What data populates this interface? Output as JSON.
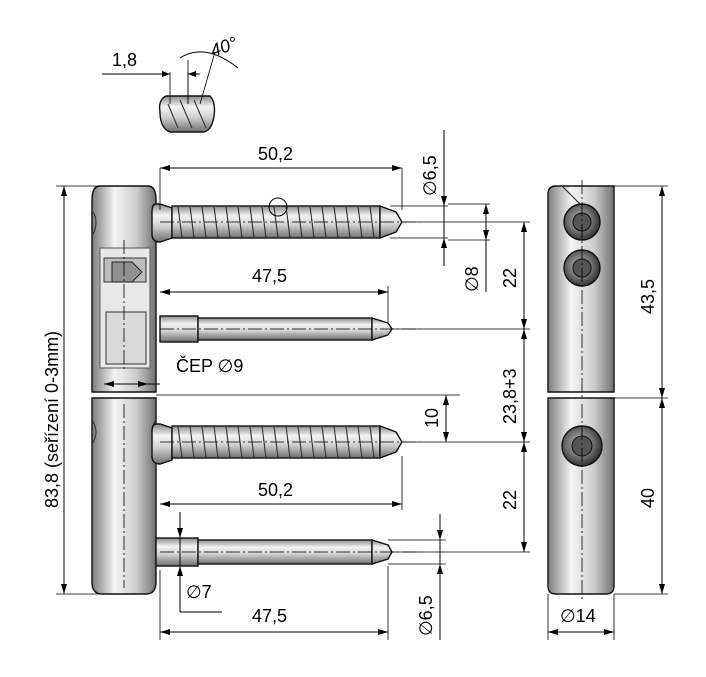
{
  "dimensions": {
    "thread_pitch": "1,8",
    "thread_angle": "40°",
    "screw_length_top": "50,2",
    "screw_diam_top": "∅6,5",
    "head_diam": "∅8",
    "pin_length_top": "47,5",
    "pin_label": "ČEP ∅9",
    "gap_22_top": "22",
    "adj_range": "23,8+3",
    "gap_10": "10",
    "screw_length_bottom": "50,2",
    "gap_22_bottom": "22",
    "pin_diam_bottom": "∅7",
    "pin_length_bottom": "47,5",
    "pin_diam_bottom_right": "∅6,5",
    "total_height": "83,8 (seřízení 0-3mm)",
    "right_top_height": "43,5",
    "right_bottom_height": "40",
    "body_diam": "∅14"
  },
  "colors": {
    "metal_light": "#f2f2f2",
    "metal_mid": "#c4c4c4",
    "metal_dark": "#7a7a7a",
    "line": "#000000"
  }
}
